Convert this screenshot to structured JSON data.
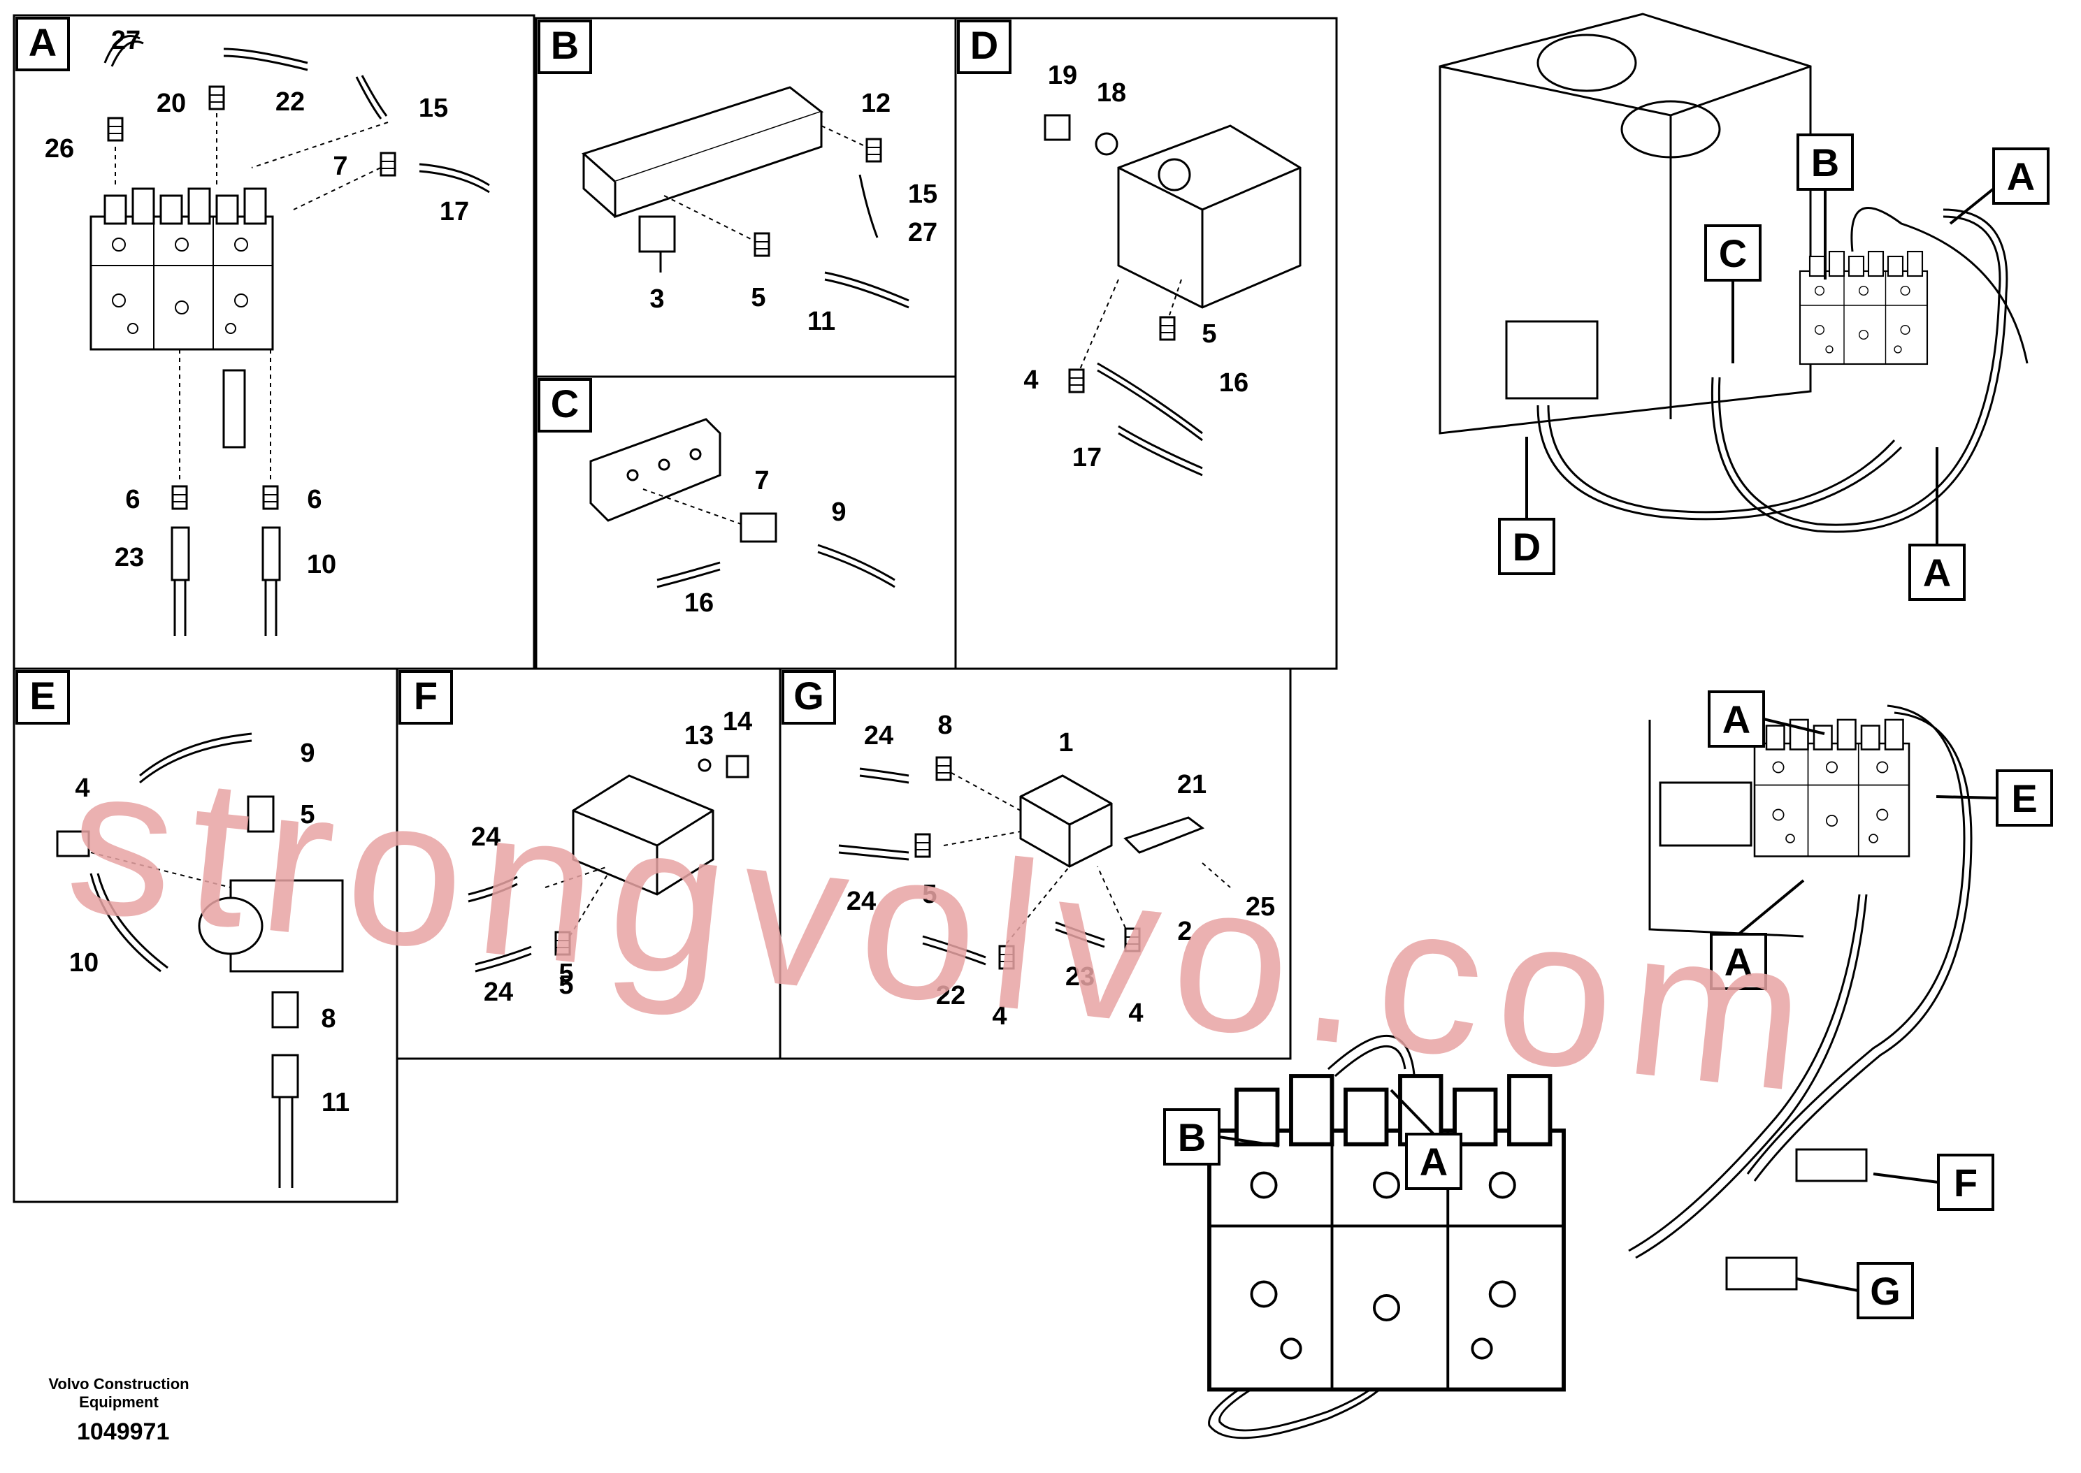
{
  "watermark": {
    "text": "strongvolvo.com",
    "color": "#e8a3a3"
  },
  "panels": {
    "A": {
      "tag": "A",
      "labels": [
        "27",
        "20",
        "22",
        "15",
        "26",
        "7",
        "17",
        "6",
        "6",
        "23",
        "10"
      ]
    },
    "B": {
      "tag": "B",
      "labels": [
        "12",
        "15",
        "27",
        "3",
        "5",
        "11"
      ]
    },
    "C": {
      "tag": "C",
      "labels": [
        "7",
        "9",
        "16"
      ]
    },
    "D": {
      "tag": "D",
      "labels": [
        "19",
        "18",
        "5",
        "4",
        "16",
        "17"
      ]
    },
    "E": {
      "tag": "E",
      "labels": [
        "9",
        "4",
        "5",
        "10",
        "8",
        "11"
      ]
    },
    "F": {
      "tag": "F",
      "labels": [
        "13",
        "14",
        "24",
        "24",
        "5",
        "5"
      ]
    },
    "G": {
      "tag": "G",
      "labels": [
        "24",
        "8",
        "1",
        "21",
        "24",
        "5",
        "25",
        "2",
        "22",
        "23",
        "4",
        "4"
      ]
    }
  },
  "overview_callouts": {
    "top": [
      "B",
      "A",
      "C",
      "D",
      "A"
    ],
    "middle": [
      "A",
      "E",
      "A"
    ],
    "bottom": [
      "B",
      "A",
      "F",
      "G"
    ]
  },
  "footer": {
    "company": "Volvo Construction Equipment",
    "number": "1049971"
  }
}
